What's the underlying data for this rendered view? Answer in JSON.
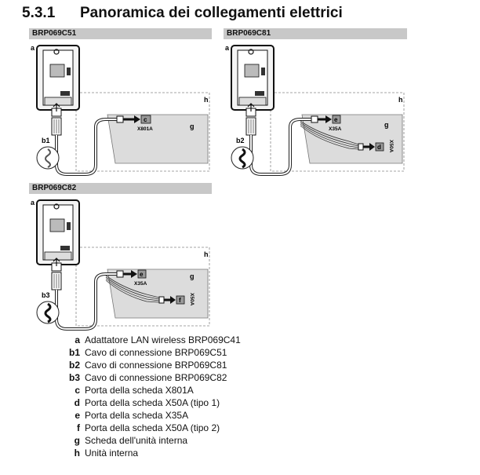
{
  "section": {
    "number": "5.3.1",
    "title": "Panoramica dei collegamenti elettrici"
  },
  "diagrams": [
    {
      "model": "BRP069C51",
      "cable_label": "b1",
      "ports": [
        {
          "letter": "c",
          "name": "X801A"
        }
      ]
    },
    {
      "model": "BRP069C81",
      "cable_label": "b2",
      "ports": [
        {
          "letter": "e",
          "name": "X35A"
        },
        {
          "letter": "d",
          "name": "X50A"
        }
      ]
    },
    {
      "model": "BRP069C82",
      "cable_label": "b3",
      "ports": [
        {
          "letter": "e",
          "name": "X35A"
        },
        {
          "letter": "f",
          "name": "X50A"
        }
      ]
    }
  ],
  "callouts": {
    "adapter": "a",
    "board": "g",
    "unit": "h"
  },
  "legend": [
    {
      "key": "a",
      "text": "Adattatore LAN wireless BRP069C41"
    },
    {
      "key": "b1",
      "text": "Cavo di connessione BRP069C51"
    },
    {
      "key": "b2",
      "text": "Cavo di connessione BRP069C81"
    },
    {
      "key": "b3",
      "text": "Cavo di connessione BRP069C82"
    },
    {
      "key": "c",
      "text": "Porta della scheda X801A"
    },
    {
      "key": "d",
      "text": "Porta della scheda X50A (tipo 1)"
    },
    {
      "key": "e",
      "text": "Porta della scheda X35A"
    },
    {
      "key": "f",
      "text": "Porta della scheda X50A (tipo 2)"
    },
    {
      "key": "g",
      "text": "Scheda dell'unità interna"
    },
    {
      "key": "h",
      "text": "Unità interna"
    }
  ]
}
